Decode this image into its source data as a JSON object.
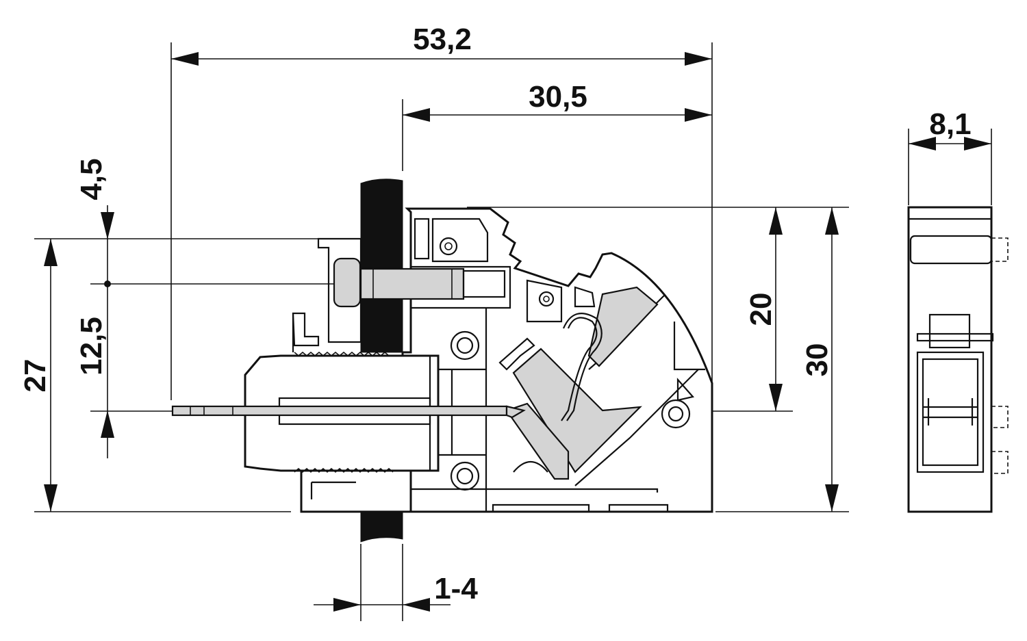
{
  "dimensions": {
    "overall_width": "53,2",
    "front_width": "30,5",
    "side_width": "8,1",
    "top_offset": "4,5",
    "screw_to_pin": "12,5",
    "left_height": "27",
    "upper_height": "20",
    "total_height": "30",
    "panel_thickness": "1-4"
  },
  "colors": {
    "line": "#111111",
    "fill_gray": "#d4d4d4",
    "panel": "#111111",
    "background": "#ffffff"
  }
}
